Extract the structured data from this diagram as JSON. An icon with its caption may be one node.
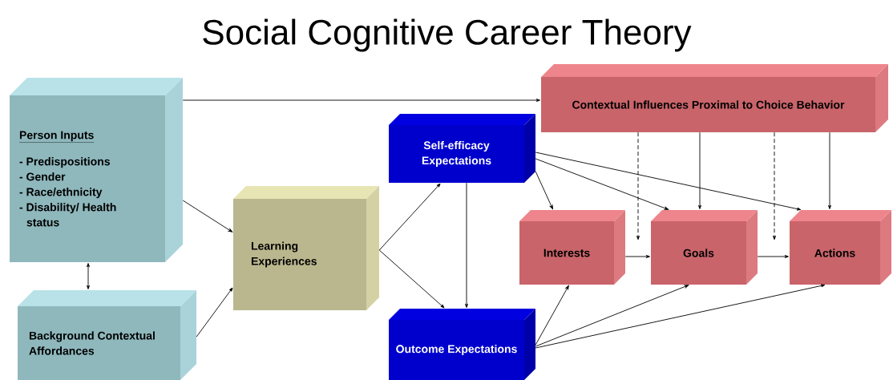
{
  "diagram": {
    "title": "Social Cognitive Career Theory",
    "nodes": [
      {
        "text": [
          "Person Inputs",
          "- Predispositions",
          "- Gender",
          "- Race/ethnicity",
          "- Disability/ Health status"
        ]
      },
      {
        "text": [
          "Background Contextual Affordances"
        ]
      },
      {
        "text": [
          "Learning Experiences"
        ]
      },
      {
        "text": [
          "Self-efficacy Expectations"
        ]
      },
      {
        "text": [
          "Outcome Expectations"
        ]
      },
      {
        "text": [
          "Contextual Influences Proximal to Choice Behavior"
        ]
      },
      {
        "text": [
          "Interests"
        ]
      },
      {
        "text": [
          "Goals"
        ]
      },
      {
        "text": [
          "Actions"
        ]
      }
    ],
    "edges": [
      {
        "from": 0,
        "to": 5,
        "arrow": "to"
      },
      {
        "from": 0,
        "to": 2,
        "arrow": "to"
      },
      {
        "from": 0,
        "to": 1,
        "arrow": "both"
      },
      {
        "from": 1,
        "to": 2,
        "arrow": "to"
      },
      {
        "from": 2,
        "to": 3,
        "arrow": "to"
      },
      {
        "from": 2,
        "to": 4,
        "arrow": "to"
      },
      {
        "from": 3,
        "to": 4,
        "arrow": "to"
      },
      {
        "from": 3,
        "to": 6,
        "arrow": "to"
      },
      {
        "from": 3,
        "to": 7,
        "arrow": "to"
      },
      {
        "from": 3,
        "to": 8,
        "arrow": "to"
      },
      {
        "from": 4,
        "to": 6,
        "arrow": "to"
      },
      {
        "from": 4,
        "to": 7,
        "arrow": "to"
      },
      {
        "from": 4,
        "to": 8,
        "arrow": "to"
      },
      {
        "from": 5,
        "to": 7,
        "arrow": "to"
      },
      {
        "from": 5,
        "to": 8,
        "arrow": "to"
      },
      {
        "from": 5,
        "to": null,
        "arrow": "to",
        "style": "dashed"
      },
      {
        "from": 5,
        "to": null,
        "arrow": "to",
        "style": "dashed"
      },
      {
        "from": 6,
        "to": 7,
        "arrow": "to"
      },
      {
        "from": 7,
        "to": 8,
        "arrow": "to"
      }
    ]
  }
}
